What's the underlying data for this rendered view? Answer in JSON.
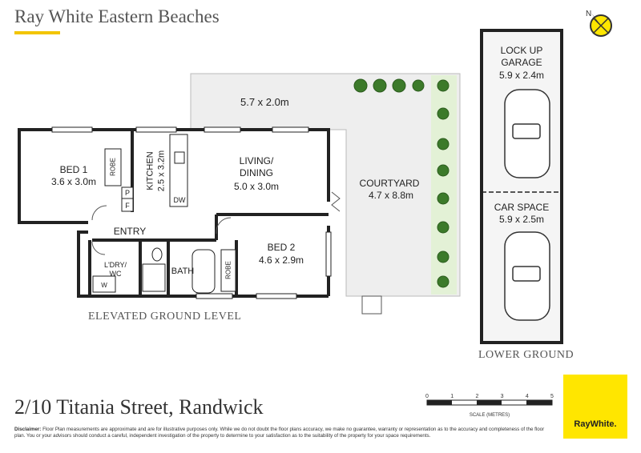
{
  "header": {
    "brand": "Ray White Eastern Beaches",
    "compass_letter": "N"
  },
  "rooms": {
    "courtyard_top": {
      "dims": "5.7 x 2.0m"
    },
    "bed1": {
      "name": "BED 1",
      "dims": "3.6 x 3.0m"
    },
    "robe1": {
      "name": "ROBE"
    },
    "kitchen": {
      "name": "KITCHEN",
      "dims": "2.5 x 3.2m"
    },
    "dw": {
      "name": "DW"
    },
    "pantry": {
      "name": "P"
    },
    "fridge": {
      "name": "F"
    },
    "living": {
      "name": "LIVING/\nDINING",
      "dims": "5.0 x 3.0m"
    },
    "courtyard": {
      "name": "COURTYARD",
      "dims": "4.7 x 8.8m"
    },
    "entry": {
      "name": "ENTRY"
    },
    "laundry": {
      "name": "L'DRY/\nWC"
    },
    "washer": {
      "name": "W"
    },
    "bath": {
      "name": "BATH"
    },
    "robe2": {
      "name": "ROBE"
    },
    "bed2": {
      "name": "BED 2",
      "dims": "4.6 x 2.9m"
    },
    "garage": {
      "name": "LOCK UP\nGARAGE",
      "dims": "5.9 x 2.4m"
    },
    "carspace": {
      "name": "CAR SPACE",
      "dims": "5.9 x 2.5m"
    }
  },
  "levels": {
    "elevated": "ELEVATED GROUND LEVEL",
    "lower": "LOWER GROUND"
  },
  "address": "2/10 Titania Street, Randwick",
  "scale": {
    "ticks": [
      "0",
      "1",
      "2",
      "3",
      "4",
      "5"
    ],
    "label": "SCALE (METRES)"
  },
  "disclaimer": {
    "label": "Disclaimer:",
    "text": "Floor Plan measurements are approximate and are for illustrative purposes only. While we do not doubt the floor plans accuracy, we make no guarantee, warranty or representation as to the accuracy and completeness of the floor plan. You or your advisors should conduct a careful, independent investigation of the property to determine to your satisfaction as to the suitability of the property for your space requirements."
  },
  "logo": {
    "text": "RayWhite."
  },
  "colors": {
    "brand_yellow": "#ffe600",
    "accent_yellow": "#f2c500",
    "courtyard_fill": "#eeeeee",
    "planter_fill": "#e3f1d6"
  }
}
